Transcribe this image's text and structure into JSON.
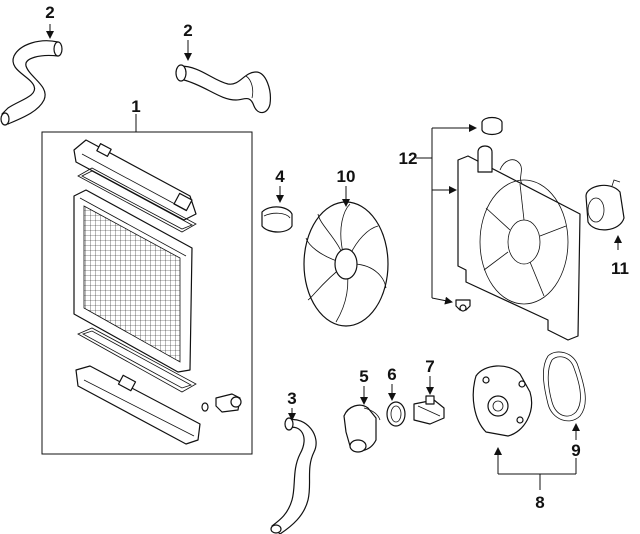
{
  "callouts": [
    {
      "id": "c2a",
      "label": "2"
    },
    {
      "id": "c2b",
      "label": "2"
    },
    {
      "id": "c1",
      "label": "1"
    },
    {
      "id": "c4",
      "label": "4"
    },
    {
      "id": "c10",
      "label": "10"
    },
    {
      "id": "c12",
      "label": "12"
    },
    {
      "id": "c11",
      "label": "11"
    },
    {
      "id": "c3",
      "label": "3"
    },
    {
      "id": "c5",
      "label": "5"
    },
    {
      "id": "c6",
      "label": "6"
    },
    {
      "id": "c7",
      "label": "7"
    },
    {
      "id": "c9",
      "label": "9"
    },
    {
      "id": "c8",
      "label": "8"
    }
  ]
}
